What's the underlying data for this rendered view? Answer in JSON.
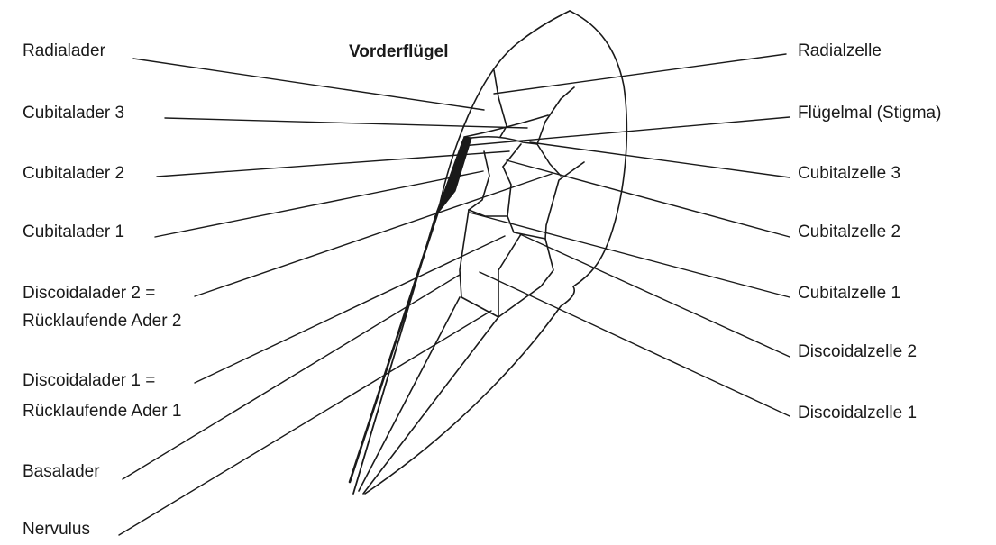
{
  "title": "Vorderflügel",
  "labels_left": {
    "radialader": "Radialader",
    "cubitalader3": "Cubitalader 3",
    "cubitalader2": "Cubitalader 2",
    "cubitalader1": "Cubitalader 1",
    "discoidalader2_a": "Discoidalader 2 =",
    "discoidalader2_b": "Rücklaufende Ader 2",
    "discoidalader1_a": "Discoidalader 1 =",
    "discoidalader1_b": "Rücklaufende Ader 1",
    "basalader": "Basalader",
    "nervulus": "Nervulus"
  },
  "labels_right": {
    "radialzelle": "Radialzelle",
    "fluegelmal": "Flügelmal (Stigma)",
    "cubitalzelle3": "Cubitalzelle 3",
    "cubitalzelle2": "Cubitalzelle 2",
    "cubitalzelle1": "Cubitalzelle 1",
    "discoidalzelle2": "Discoidalzelle 2",
    "discoidalzelle1": "Discoidalzelle 1"
  },
  "colors": {
    "ink": "#1a1a1a",
    "background": "#ffffff"
  }
}
